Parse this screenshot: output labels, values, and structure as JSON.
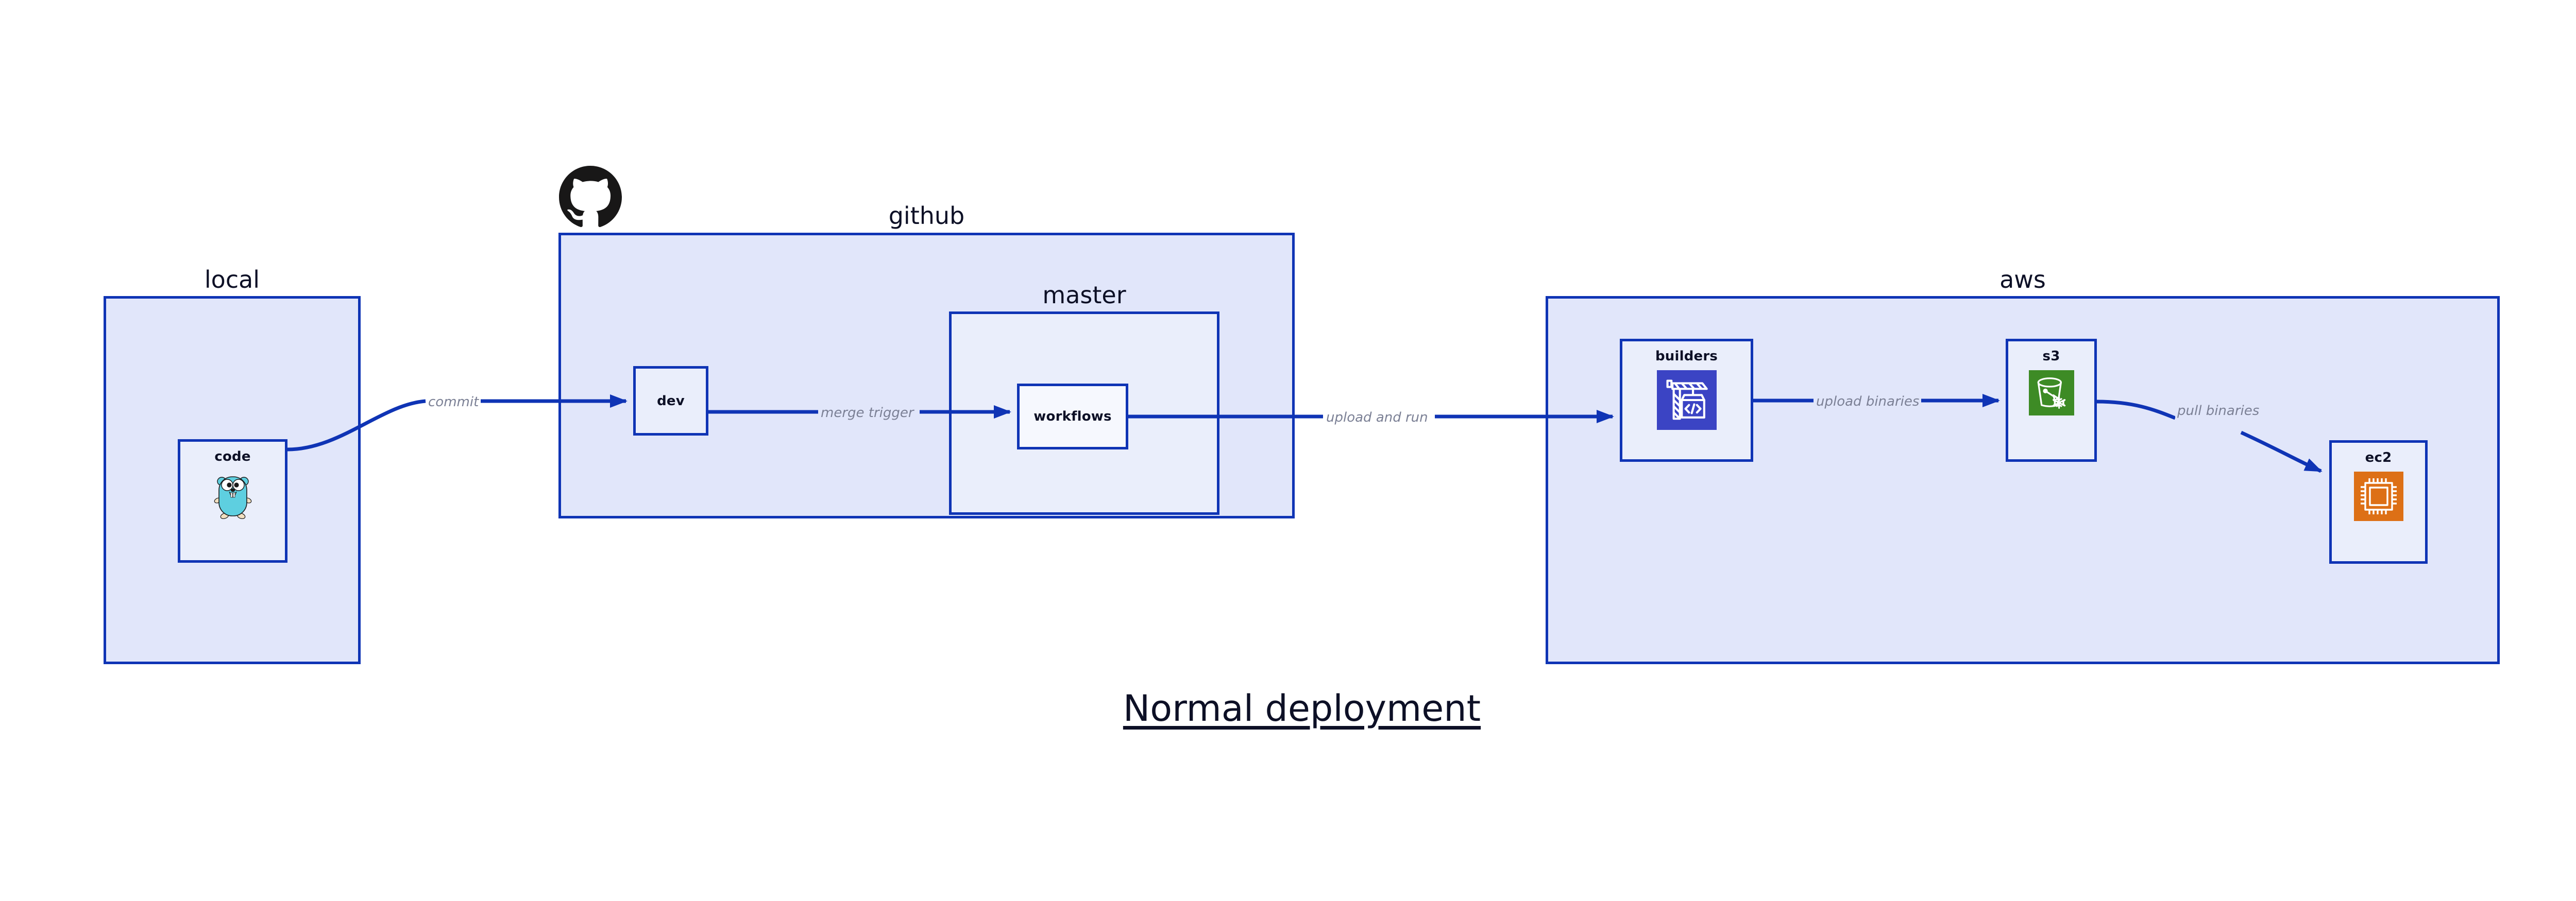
{
  "title": "Normal deployment",
  "colors": {
    "border": "#0f34b5",
    "group_fill": "#e1e6fa",
    "node_fill": "#eaeefb",
    "node_fill_white": "#f6f8fe",
    "edge_label": "#7b8095",
    "text": "#0d1026",
    "builders_icon_bg": "#3b44c4",
    "s3_icon_bg": "#3d8b25",
    "ec2_icon_bg": "#dd7016",
    "gopher": "#5ecfe0",
    "github_logo": "#181717"
  },
  "groups": [
    {
      "id": "local",
      "label": "local"
    },
    {
      "id": "github",
      "label": "github"
    },
    {
      "id": "master",
      "label": "master"
    },
    {
      "id": "aws",
      "label": "aws"
    }
  ],
  "nodes": [
    {
      "id": "code",
      "label": "code",
      "icon": "go-gopher-icon"
    },
    {
      "id": "dev",
      "label": "dev",
      "icon": null
    },
    {
      "id": "workflows",
      "label": "workflows",
      "icon": null
    },
    {
      "id": "builders",
      "label": "builders",
      "icon": "crane-code-icon"
    },
    {
      "id": "s3",
      "label": "s3",
      "icon": "s3-bucket-glacier-icon"
    },
    {
      "id": "ec2",
      "label": "ec2",
      "icon": "ec2-chip-icon"
    }
  ],
  "edges": [
    {
      "id": "commit",
      "from": "code",
      "to": "dev",
      "label": "commit"
    },
    {
      "id": "merge-trigger",
      "from": "dev",
      "to": "workflows",
      "label": "merge trigger"
    },
    {
      "id": "upload-and-run",
      "from": "workflows",
      "to": "builders",
      "label": "upload and run"
    },
    {
      "id": "upload-binaries",
      "from": "builders",
      "to": "s3",
      "label": "upload binaries"
    },
    {
      "id": "pull-binaries",
      "from": "s3",
      "to": "ec2",
      "label": "pull binaries"
    }
  ],
  "icons": {
    "github_logo": "github-octocat-icon"
  }
}
